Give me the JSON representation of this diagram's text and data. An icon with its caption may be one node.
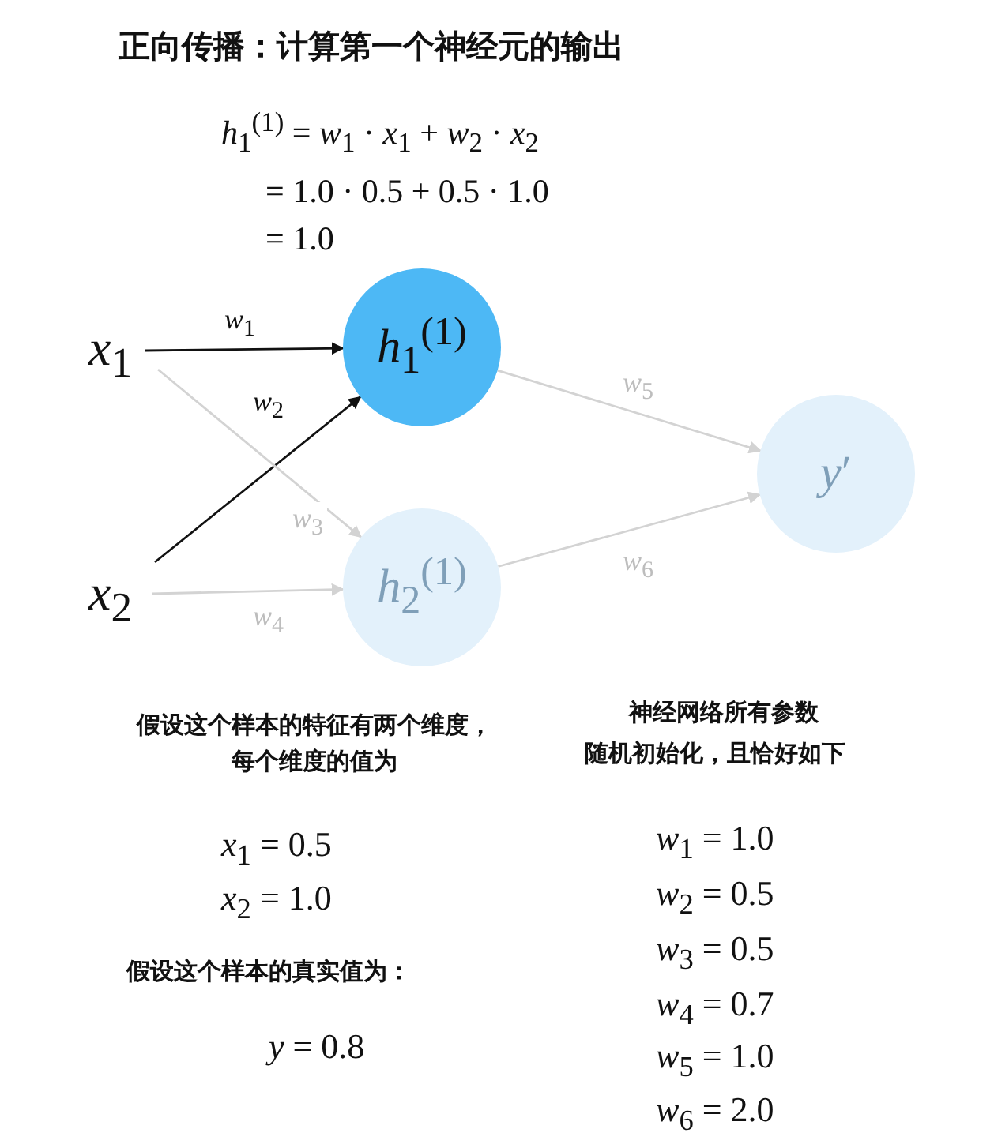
{
  "diagram": {
    "title": "正向传播：计算第一个神经元的输出",
    "nodes": [
      {
        "text": [
          "*x*$_{1}$"
        ]
      },
      {
        "text": [
          "*x*$_{2}$"
        ]
      },
      {
        "text": [
          "*h*$_{1}$$^{(1)}$"
        ]
      },
      {
        "text": [
          "*h*$_{2}$$^{(1)}$"
        ]
      },
      {
        "text": [
          "*y*′"
        ]
      }
    ],
    "edges": [
      {
        "from": 0,
        "to": 2,
        "arrow": "to",
        "label": "*w*$_{1}$",
        "color": "#111111"
      },
      {
        "from": 1,
        "to": 2,
        "arrow": "to",
        "label": "*w*$_{2}$",
        "color": "#111111"
      },
      {
        "from": 0,
        "to": 3,
        "arrow": "to",
        "label": "*w*$_{3}$"
      },
      {
        "from": 1,
        "to": 3,
        "arrow": "to",
        "label": "*w*$_{4}$"
      },
      {
        "from": 2,
        "to": 4,
        "arrow": "to",
        "label": "*w*$_{5}$"
      },
      {
        "from": 3,
        "to": 4,
        "arrow": "to",
        "label": "*w*$_{6}$"
      }
    ],
    "labels": [
      "*h*$_{1}$$^{(1)}$ = *w*$_{1}$ · *x*$_{1}$ + *w*$_{2}$ · *x*$_{2}$",
      "= 1.0 · 0.5 + 0.5 · 1.0",
      "= 1.0",
      "假设这个样本的特征有两个维度，每个维度的值为",
      "*x*$_{1}$ = 0.5",
      "*x*$_{2}$ = 1.0",
      "假设这个样本的真实值为：",
      "*y* = 0.8",
      "神经网络所有参数",
      "随机初始化，且恰好如下",
      "*w*$_{1}$ = 1.0",
      "*w*$_{2}$ = 0.5",
      "*w*$_{3}$ = 0.5",
      "*w*$_{4}$ = 0.7",
      "*w*$_{5}$ = 1.0",
      "*w*$_{6}$ = 2.0"
    ]
  }
}
